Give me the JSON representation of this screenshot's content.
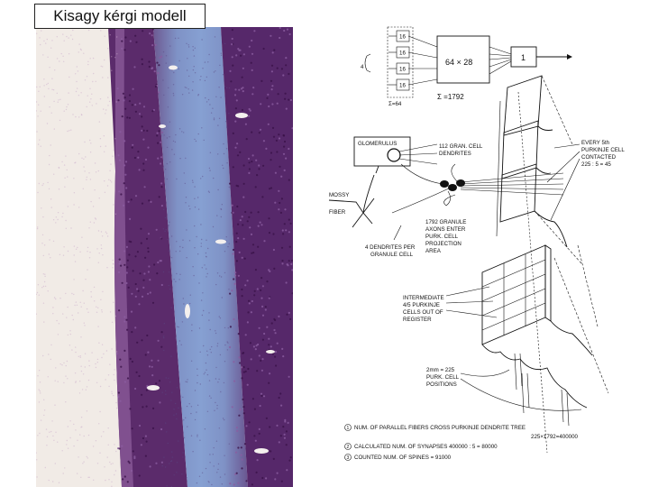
{
  "slide": {
    "title": "Kisagy kérgi modell"
  },
  "diagram": {
    "input_boxes": [
      "16",
      "16",
      "16",
      "16"
    ],
    "multiplier": "4",
    "input_sum": "Σ=64",
    "matrix_label": "64 × 28",
    "matrix_sum": "Σ =1792",
    "output_label": "1",
    "glomerulus": "GLOMERULUS",
    "granule_dendrites": [
      "112 GRAN. CELL",
      "DENDRITES"
    ],
    "mossy_fiber": [
      "MOSSY",
      "FIBER"
    ],
    "dendrites_per_granule": [
      "4 DENDRITES PER",
      "GRANULE CELL"
    ],
    "granule_axons": [
      "1792 GRANULE",
      "AXONS ENTER",
      "PURK. CELL",
      "PROJECTION",
      "AREA"
    ],
    "every_purkinje": [
      "EVERY    5th",
      "PURKINJE CELL",
      "CONTACTED",
      "225 : 5 = 45"
    ],
    "intermediate": [
      "INTERMEDIATE",
      "4/5 PURKINJE",
      "CELLS OUT OF",
      "REGISTER"
    ],
    "positions": [
      "2mm = 225",
      "PURK. CELL",
      "POSITIONS"
    ],
    "footnotes": [
      {
        "num": "1",
        "text": "NUM. OF PARALLEL FIBERS CROSS PURKINJE DENDRITE TREE",
        "value": "225×1792=400000"
      },
      {
        "num": "2",
        "text": "CALCULATED NUM. OF SYNAPSES  400000 : 5 = 80000",
        "value": ""
      },
      {
        "num": "3",
        "text": "COUNTED NUM. OF  SPINES = 91000",
        "value": ""
      }
    ]
  },
  "colors": {
    "molecular_layer": "#f2ece8",
    "granular_layer": "#5a2a6a",
    "white_matter": "#7d93c8",
    "ink": "#111111"
  }
}
